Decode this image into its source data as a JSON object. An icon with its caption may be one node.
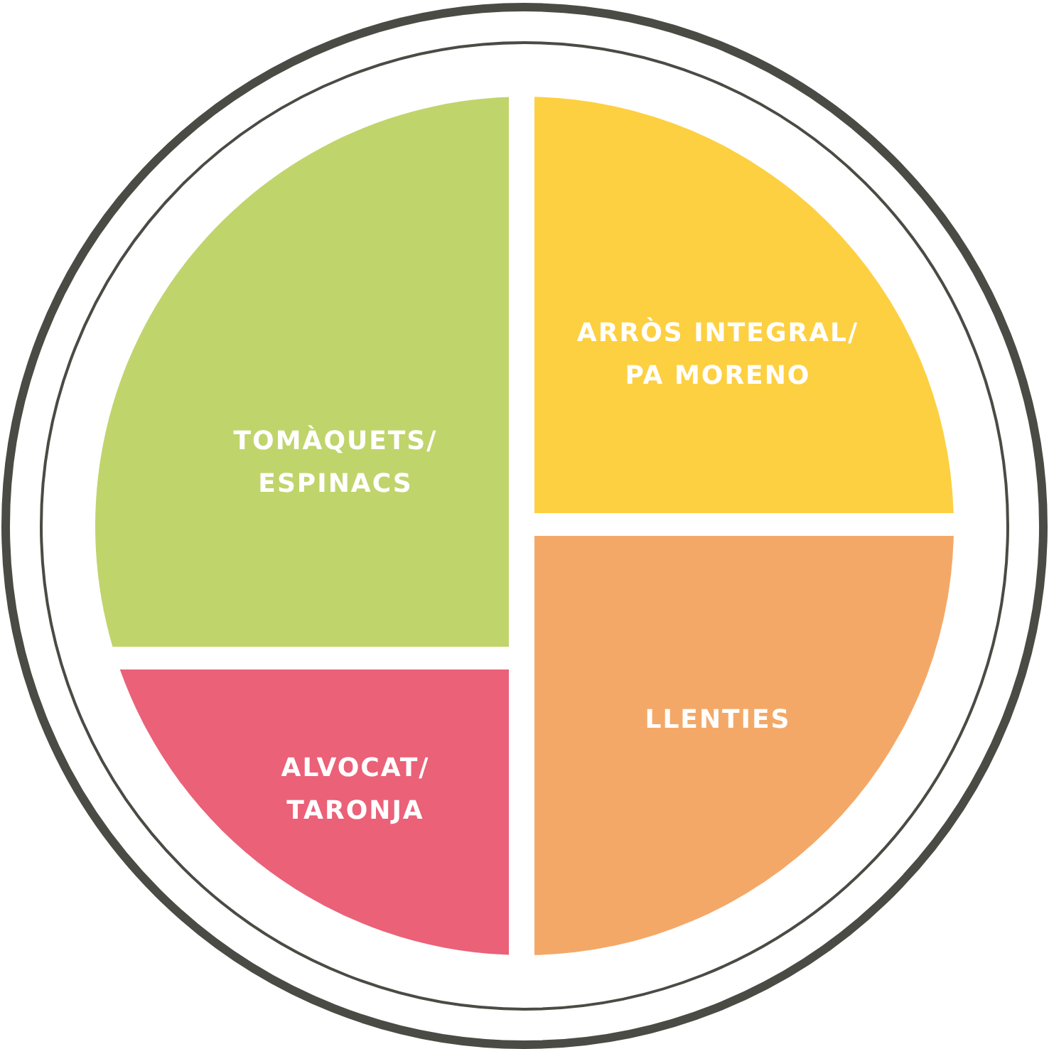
{
  "diagram": {
    "nodes": [
      {
        "text": [
          "TOMÀQUETS/ ESPINACS"
        ]
      },
      {
        "text": [
          "ARRÒS INTEGRAL/ PA MORENO"
        ]
      },
      {
        "text": [
          "ALVOCAT/ TARONJA"
        ]
      },
      {
        "text": [
          "LLENTIES"
        ]
      }
    ],
    "edges": []
  }
}
